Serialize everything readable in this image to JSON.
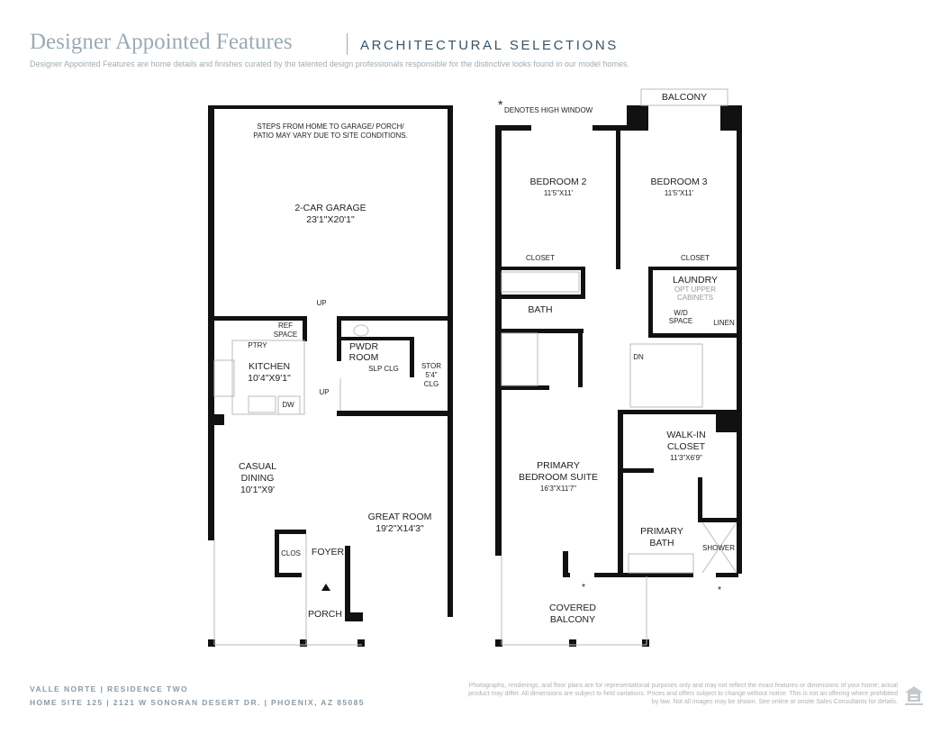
{
  "header": {
    "title": "Designer Appointed Features",
    "subtitle": "ARCHITECTURAL SELECTIONS",
    "description": "Designer Appointed Features are home details and finishes curated by the talented design professionals responsible for the distinctive looks found in our model homes."
  },
  "first_floor": {
    "note": [
      "STEPS FROM HOME TO GARAGE/ PORCH/",
      "PATIO MAY VARY DUE TO SITE CONDITIONS."
    ],
    "garage": {
      "name": "2-CAR GARAGE",
      "size": "23'1\"X20'1\""
    },
    "up1": "UP",
    "up2": "UP",
    "ref": [
      "REF",
      "SPACE"
    ],
    "ptry": "PTRY",
    "kitchen": {
      "name": "KITCHEN",
      "size": "10'4\"X9'1\""
    },
    "dw": "DW",
    "pwdr": [
      "PWDR",
      "ROOM"
    ],
    "slp": "SLP CLG",
    "stor": [
      "STOR",
      "5'4\"",
      "CLG"
    ],
    "dining": {
      "name": [
        "CASUAL",
        "DINING"
      ],
      "size": "10'1\"X9'"
    },
    "great": {
      "name": "GREAT ROOM",
      "size": "19'2\"X14'3\""
    },
    "clos": "CLOS",
    "foyer": "FOYER",
    "porch": "PORCH"
  },
  "second_floor": {
    "high_window": "DENOTES HIGH WINDOW",
    "asterisk": "*",
    "balcony": "BALCONY",
    "bed2": {
      "name": "BEDROOM 2",
      "size": "11'5\"X11'"
    },
    "bed3": {
      "name": "BEDROOM 3",
      "size": "11'5\"X11'"
    },
    "closet": "CLOSET",
    "laundry": {
      "name": "LAUNDRY",
      "opt": [
        "OPT UPPER",
        "CABINETS"
      ]
    },
    "wd": [
      "W/D",
      "SPACE"
    ],
    "linen": "LINEN",
    "bath": "BATH",
    "dn": "DN",
    "walkin": {
      "name": [
        "WALK-IN",
        "CLOSET"
      ],
      "size": "11'3\"X6'9\""
    },
    "primary": {
      "name": [
        "PRIMARY",
        "BEDROOM SUITE"
      ],
      "size": "16'3\"X11'7\""
    },
    "pbath": [
      "PRIMARY",
      "BATH"
    ],
    "shower": "SHOWER",
    "covered": [
      "COVERED",
      "BALCONY"
    ]
  },
  "footer": {
    "line1": "VALLE NORTE  |  RESIDENCE TWO",
    "line2": "HOME SITE 125  |  2121 W SONORAN DESERT DR.  |  PHOENIX, AZ 85085",
    "disclaimer": "Photographs, renderings, and floor plans are for representational purposes only and may not reflect the exact features or dimensions of your home; actual product may differ. All dimensions are subject to field variations. Prices and offers subject to change without notice. This is not an offering where prohibited by law. Not all images may be shown. See online or onsite Sales Consultants for details."
  }
}
